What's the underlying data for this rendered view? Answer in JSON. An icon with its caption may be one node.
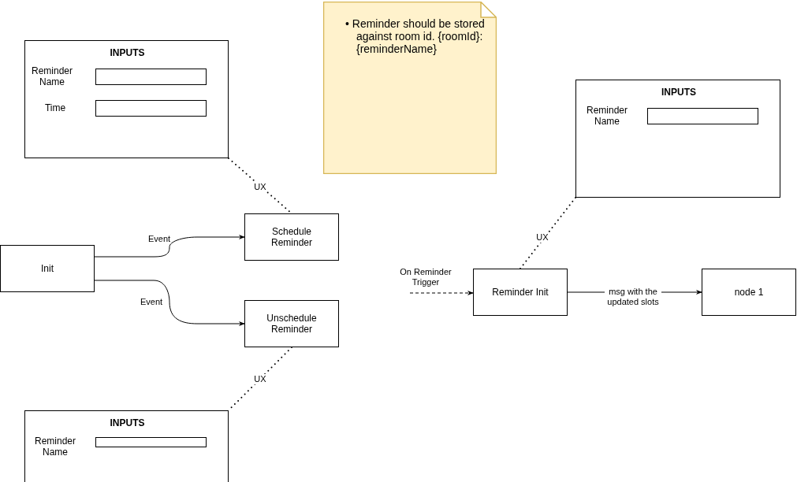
{
  "diagram": {
    "nodes": [
      {
        "text": [
          "INPUTS",
          "Reminder Name",
          "Time"
        ]
      },
      {
        "text": [
          "• Reminder should be stored against room id. {roomId}:{reminderName}"
        ]
      },
      {
        "text": [
          "INPUTS",
          "Reminder Name"
        ]
      },
      {
        "text": [
          "Init"
        ]
      },
      {
        "text": [
          "Schedule Reminder"
        ]
      },
      {
        "text": [
          "Unschedule Reminder"
        ]
      },
      {
        "text": [
          "Reminder Init"
        ]
      },
      {
        "text": [
          "node 1"
        ]
      },
      {
        "text": [
          "INPUTS",
          "Reminder Name"
        ]
      }
    ],
    "edges": [
      {
        "from": 0,
        "to": 4,
        "arrow": "none",
        "label": "UX",
        "style": "dashed"
      },
      {
        "from": 3,
        "to": 4,
        "arrow": "to",
        "label": "Event"
      },
      {
        "from": 3,
        "to": 5,
        "arrow": "to",
        "label": "Event"
      },
      {
        "from": 5,
        "to": 8,
        "arrow": "none",
        "label": "UX",
        "style": "dashed"
      },
      {
        "from": 6,
        "to": 2,
        "arrow": "none",
        "label": "UX",
        "style": "dashed"
      },
      {
        "from": null,
        "to": 6,
        "arrow": "to",
        "label": "On Reminder Trigger",
        "style": "dashed"
      },
      {
        "from": 6,
        "to": 7,
        "arrow": "to",
        "label": "msg with the updated slots"
      }
    ]
  }
}
